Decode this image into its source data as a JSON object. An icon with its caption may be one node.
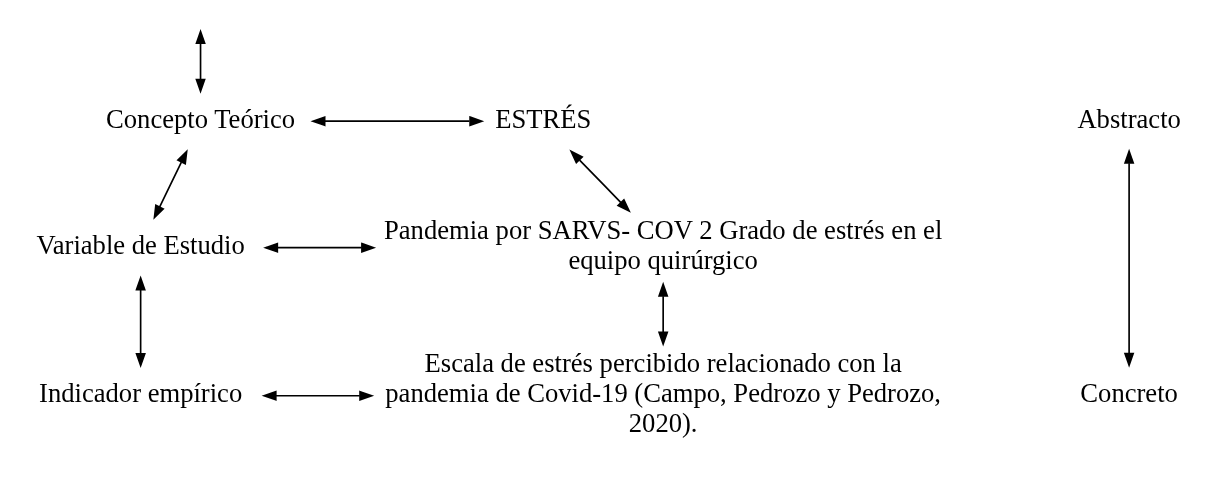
{
  "diagram": {
    "nodes": [
      {
        "text": [
          "Concepto Teórico"
        ]
      },
      {
        "text": [
          "Variable de Estudio"
        ]
      },
      {
        "text": [
          "Indicador empírico"
        ]
      },
      {
        "text": [
          "ESTRÉS"
        ]
      },
      {
        "text": [
          "Pandemia por SARVS- COV 2 Grado de estrés en el equipo quirúrgico"
        ]
      },
      {
        "text": [
          "Escala de estrés percibido relacionado con la pandemia de Covid-19 (Campo, Pedrozo y Pedrozo, 2020)."
        ]
      },
      {
        "text": [
          "Abstracto"
        ]
      },
      {
        "text": [
          "Concreto"
        ]
      }
    ],
    "edges": [
      {
        "from": null,
        "to": 0,
        "arrow": "both"
      },
      {
        "from": 0,
        "to": 1,
        "arrow": "both"
      },
      {
        "from": 1,
        "to": 2,
        "arrow": "both"
      },
      {
        "from": 0,
        "to": 3,
        "arrow": "both"
      },
      {
        "from": 1,
        "to": 4,
        "arrow": "both"
      },
      {
        "from": 2,
        "to": 5,
        "arrow": "both"
      },
      {
        "from": 3,
        "to": 4,
        "arrow": "both"
      },
      {
        "from": 4,
        "to": 5,
        "arrow": "both"
      },
      {
        "from": 6,
        "to": 7,
        "arrow": "both"
      }
    ]
  }
}
